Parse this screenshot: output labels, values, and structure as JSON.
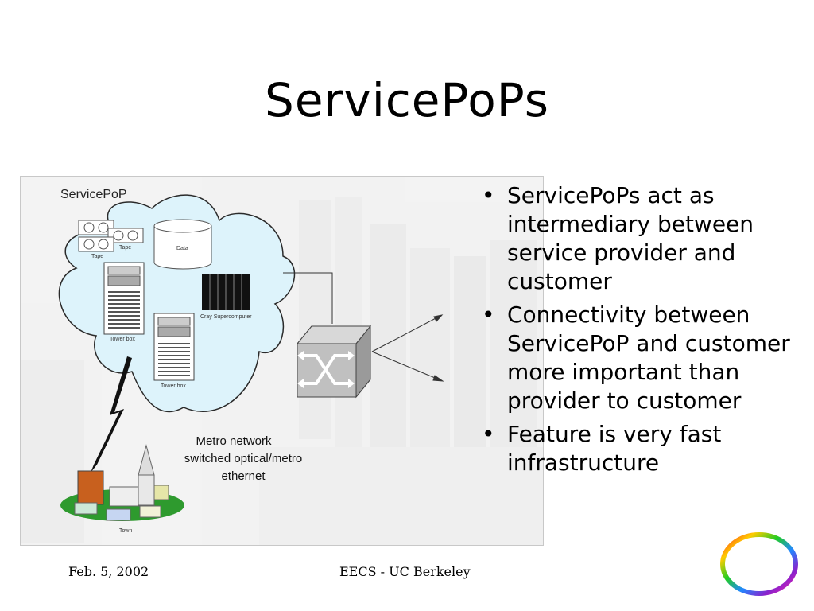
{
  "slide": {
    "title": "ServicePoPs",
    "bullets": [
      "ServicePoPs act as intermediary between service provider and customer",
      "Connectivity between ServicePoP and customer more important than provider to customer",
      "Feature is very fast infrastructure"
    ],
    "bullet_glyph": "•",
    "footer_left": "Feb. 5, 2002",
    "footer_center": "EECS - UC Berkeley"
  },
  "diagram": {
    "cloud_label": "ServicePoP",
    "tape_label_1": "Tape",
    "tape_label_2": "Tape",
    "data_label": "Data",
    "cray_label": "Cray Supercomputer",
    "tower_label_1": "Tower box",
    "tower_label_2": "Tower box",
    "metro_line_1": "Metro network",
    "metro_line_2": "switched optical/metro",
    "metro_line_3": "ethernet",
    "town_label": "Town",
    "colors": {
      "cloud_fill": "#ddf3fb",
      "cloud_stroke": "#2a2a2a",
      "town_green": "#2e9a2e",
      "building_orange": "#c8601e",
      "switch_gray": "#b4b4b4"
    }
  }
}
